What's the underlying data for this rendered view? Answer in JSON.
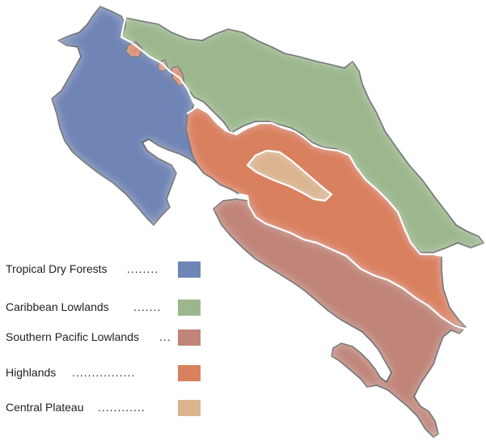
{
  "map": {
    "regions": [
      {
        "key": "tropical_dry_forests",
        "color": "#6f85b6"
      },
      {
        "key": "caribbean_lowlands",
        "color": "#9cb78d"
      },
      {
        "key": "southern_pacific_lowlands",
        "color": "#c08478"
      },
      {
        "key": "highlands",
        "color": "#d9805f"
      },
      {
        "key": "central_plateau",
        "color": "#dab38f"
      }
    ]
  },
  "legend": {
    "items": [
      {
        "label": "Tropical Dry Forests",
        "dots": "........",
        "color": "#6f85b6"
      },
      {
        "label": "Caribbean Lowlands",
        "dots": ".......",
        "color": "#9cb78d"
      },
      {
        "label": "Southern Pacific Lowlands",
        "dots": "...",
        "color": "#c08478"
      },
      {
        "label": "Highlands",
        "dots": "................",
        "color": "#d9805f"
      },
      {
        "label": "Central Plateau",
        "dots": "............",
        "color": "#dab38f"
      }
    ]
  }
}
